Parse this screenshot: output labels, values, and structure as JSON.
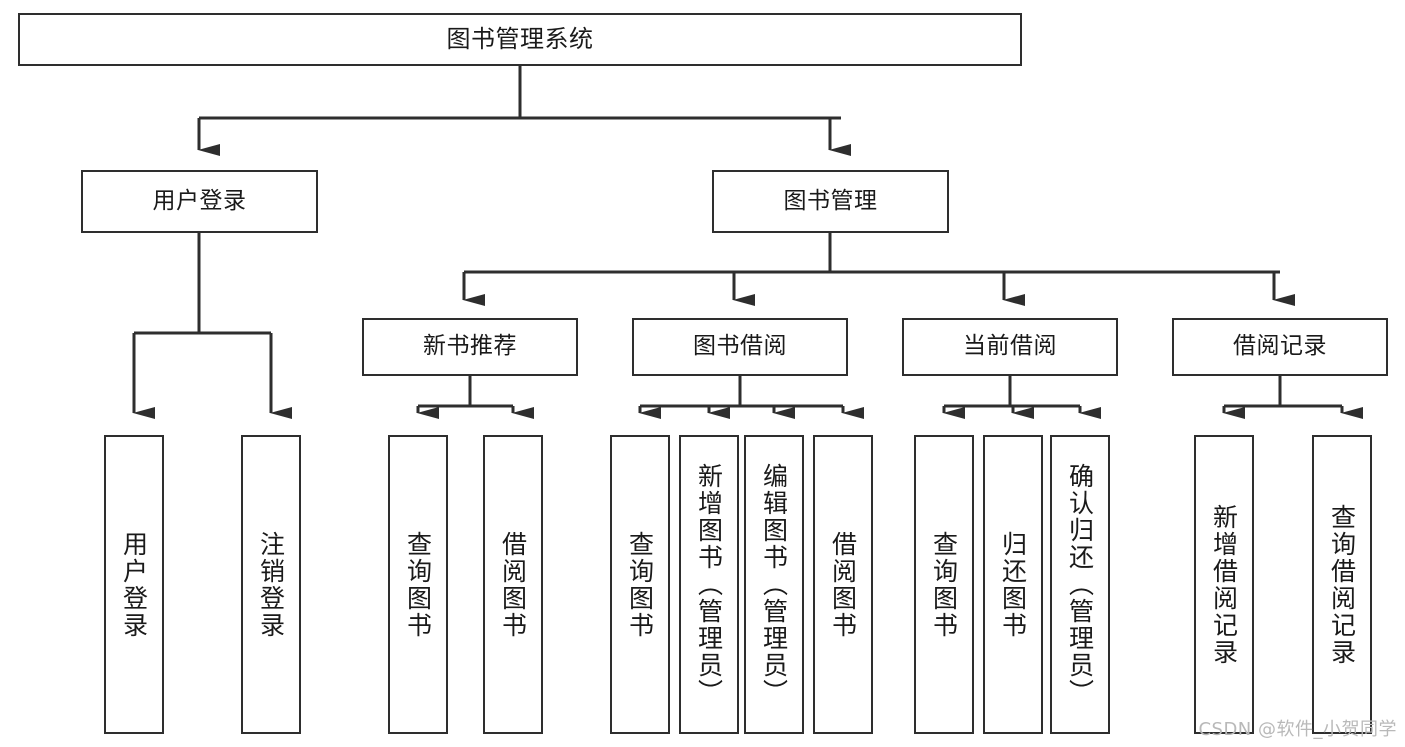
{
  "diagram": {
    "title": "图书管理系统",
    "watermark": "CSDN @软件_小贺同学",
    "line_color": "#2e2e2e",
    "box_fill": "#ffffff",
    "text_color": "#1a1a1a",
    "watermark_color": "#b9b9b9",
    "nodes": {
      "root": {
        "label": "图书管理系统"
      },
      "level2": [
        {
          "label": "用户登录"
        },
        {
          "label": "图书管理"
        }
      ],
      "level3": [
        {
          "label": "新书推荐"
        },
        {
          "label": "图书借阅"
        },
        {
          "label": "当前借阅"
        },
        {
          "label": "借阅记录"
        }
      ],
      "leaves": {
        "user_login": [
          {
            "label": "用户登录"
          },
          {
            "label": "注销登录"
          }
        ],
        "new_book_recommend": [
          {
            "label": "查询图书"
          },
          {
            "label": "借阅图书"
          }
        ],
        "book_borrow": [
          {
            "label": "查询图书"
          },
          {
            "label": "新增图书（管理员）"
          },
          {
            "label": "编辑图书（管理员）"
          },
          {
            "label": "借阅图书"
          }
        ],
        "current_borrow": [
          {
            "label": "查询图书"
          },
          {
            "label": "归还图书"
          },
          {
            "label": "确认归还（管理员）"
          }
        ],
        "borrow_record": [
          {
            "label": "新增借阅记录"
          },
          {
            "label": "查询借阅记录"
          }
        ]
      }
    }
  }
}
